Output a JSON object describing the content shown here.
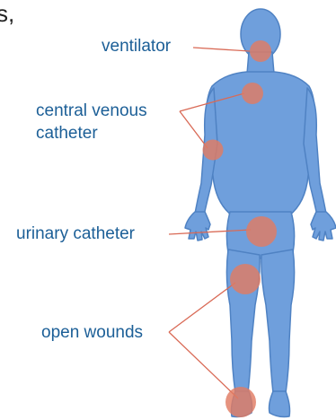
{
  "fragment_text": "s,",
  "labels": {
    "ventilator": "ventilator",
    "central_venous_line1": "central venous",
    "central_venous_line2": "catheter",
    "urinary_catheter": "urinary catheter",
    "open_wounds": "open wounds"
  },
  "colors": {
    "body_fill": "#6f9fdc",
    "body_stroke": "#4f82c3",
    "site_marker": "#e07b63",
    "label_text": "#1c5f97",
    "leader_line": "#d96a56"
  }
}
